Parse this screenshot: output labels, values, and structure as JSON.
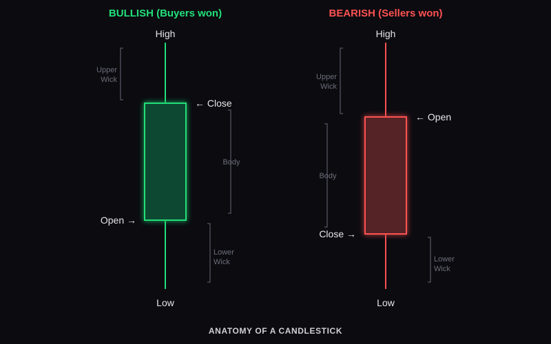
{
  "colors": {
    "background": "#0b0b10",
    "bullish": "#22e07a",
    "bullish_fill": "#0f4a30",
    "bearish": "#ff5252",
    "bearish_fill": "#552126",
    "bracket": "#4a4a56"
  },
  "bullish": {
    "title": "BULLISH (Buyers won)",
    "high": "High",
    "low": "Low",
    "close": "← Close",
    "open": "Open →",
    "upper_wick": [
      "Upper",
      "Wick"
    ],
    "body": "Body",
    "lower_wick": [
      "Lower",
      "Wick"
    ]
  },
  "bearish": {
    "title": "BEARISH (Sellers won)",
    "high": "High",
    "low": "Low",
    "open": "← Open",
    "close": "Close →",
    "upper_wick": [
      "Upper",
      "Wick"
    ],
    "body": "Body",
    "lower_wick": [
      "Lower",
      "Wick"
    ]
  },
  "footer": "ANATOMY OF A CANDLESTICK"
}
